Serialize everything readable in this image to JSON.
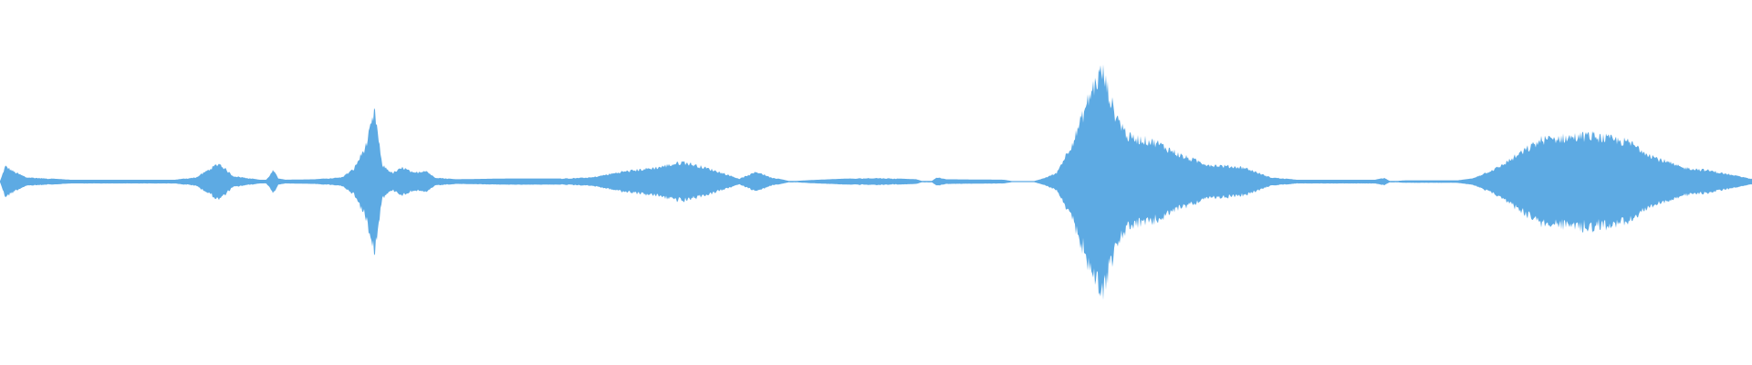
{
  "waveform": {
    "color": "#5DAAE3",
    "background": "#FFFFFF",
    "envelope": [
      [
        0.0,
        0.0
      ],
      [
        0.3,
        0.11
      ],
      [
        0.8,
        0.07
      ],
      [
        1.5,
        0.03
      ],
      [
        4.0,
        0.012
      ],
      [
        10.0,
        0.012
      ],
      [
        11.2,
        0.03
      ],
      [
        12.5,
        0.13
      ],
      [
        13.3,
        0.04
      ],
      [
        14.8,
        0.012
      ],
      [
        15.2,
        0.012
      ],
      [
        15.6,
        0.08
      ],
      [
        15.9,
        0.02
      ],
      [
        16.3,
        0.012
      ],
      [
        18.0,
        0.015
      ],
      [
        19.5,
        0.03
      ],
      [
        20.2,
        0.09
      ],
      [
        20.9,
        0.26
      ],
      [
        21.4,
        0.5
      ],
      [
        21.8,
        0.12
      ],
      [
        22.4,
        0.06
      ],
      [
        23.0,
        0.1
      ],
      [
        23.6,
        0.06
      ],
      [
        24.3,
        0.08
      ],
      [
        24.8,
        0.03
      ],
      [
        26.0,
        0.015
      ],
      [
        29.0,
        0.02
      ],
      [
        32.0,
        0.02
      ],
      [
        33.8,
        0.03
      ],
      [
        35.5,
        0.07
      ],
      [
        37.5,
        0.1
      ],
      [
        39.0,
        0.14
      ],
      [
        40.5,
        0.09
      ],
      [
        41.5,
        0.05
      ],
      [
        42.2,
        0.02
      ],
      [
        43.2,
        0.07
      ],
      [
        44.0,
        0.03
      ],
      [
        45.0,
        0.005
      ],
      [
        45.5,
        0.005
      ],
      [
        46.3,
        0.01
      ],
      [
        48.0,
        0.018
      ],
      [
        50.0,
        0.025
      ],
      [
        52.3,
        0.015
      ],
      [
        52.6,
        0.005
      ],
      [
        53.2,
        0.005
      ],
      [
        53.5,
        0.03
      ],
      [
        54.0,
        0.015
      ],
      [
        57.3,
        0.012
      ],
      [
        57.8,
        0.003
      ],
      [
        59.0,
        0.003
      ],
      [
        59.4,
        0.015
      ],
      [
        60.3,
        0.06
      ],
      [
        61.3,
        0.3
      ],
      [
        62.3,
        0.65
      ],
      [
        62.9,
        0.8
      ],
      [
        63.6,
        0.5
      ],
      [
        64.4,
        0.32
      ],
      [
        66.0,
        0.28
      ],
      [
        67.5,
        0.18
      ],
      [
        69.0,
        0.12
      ],
      [
        71.0,
        0.1
      ],
      [
        72.5,
        0.03
      ],
      [
        74.0,
        0.012
      ],
      [
        77.0,
        0.012
      ],
      [
        78.5,
        0.012
      ],
      [
        79.0,
        0.025
      ],
      [
        79.3,
        0.005
      ],
      [
        79.8,
        0.005
      ],
      [
        80.2,
        0.008
      ],
      [
        83.2,
        0.008
      ],
      [
        84.0,
        0.02
      ],
      [
        85.5,
        0.1
      ],
      [
        88.0,
        0.3
      ],
      [
        90.8,
        0.33
      ],
      [
        93.0,
        0.28
      ],
      [
        94.5,
        0.17
      ],
      [
        96.0,
        0.1
      ],
      [
        97.5,
        0.08
      ],
      [
        98.7,
        0.05
      ],
      [
        100.0,
        0.02
      ]
    ]
  }
}
